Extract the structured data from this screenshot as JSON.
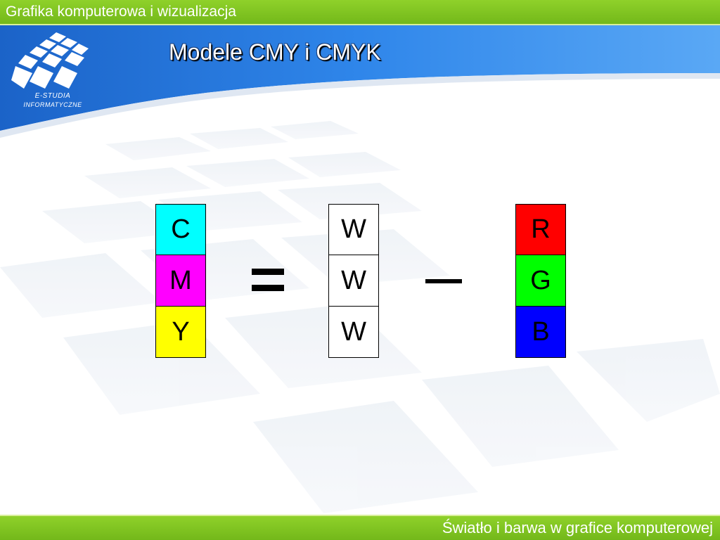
{
  "header": {
    "course_title": "Grafika komputerowa i wizualizacja"
  },
  "slide": {
    "title": "Modele CMY  i  CMYK"
  },
  "logo": {
    "line1": "E-STUDIA",
    "line2": "INFORMATYCZNE"
  },
  "matrix_cmy": {
    "cells": [
      {
        "label": "C",
        "color": "#00ffff"
      },
      {
        "label": "M",
        "color": "#ff00ff"
      },
      {
        "label": "Y",
        "color": "#ffff00"
      }
    ]
  },
  "matrix_w": {
    "cells": [
      {
        "label": "W",
        "color": "#ffffff"
      },
      {
        "label": "W",
        "color": "#ffffff"
      },
      {
        "label": "W",
        "color": "#ffffff"
      }
    ]
  },
  "matrix_rgb": {
    "cells": [
      {
        "label": "R",
        "color": "#ff0000"
      },
      {
        "label": "G",
        "color": "#00ff00"
      },
      {
        "label": "B",
        "color": "#0000ff"
      }
    ]
  },
  "operators": {
    "equals_icon": "equals-icon",
    "minus_icon": "minus-icon"
  },
  "footer": {
    "subtitle": "Światło i barwa w grafice komputerowej"
  },
  "colors": {
    "bar_green": "#7dc21e",
    "banner_blue": "#1f6fd6"
  }
}
